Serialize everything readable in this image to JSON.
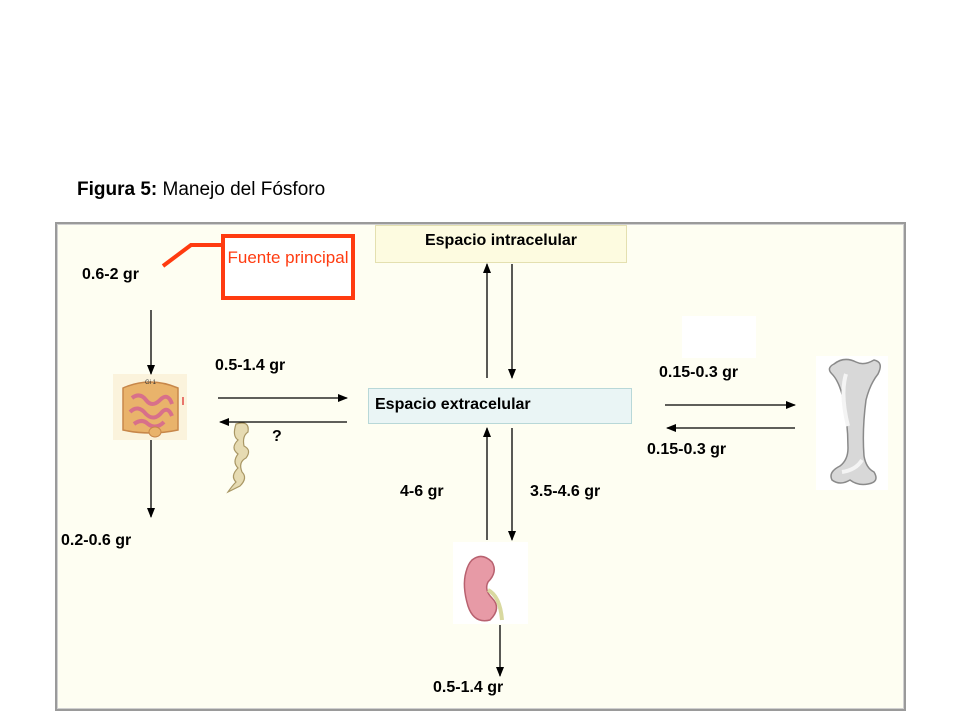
{
  "figure": {
    "label": "Figura 5:",
    "title": "Manejo del Fósforo"
  },
  "nodes": {
    "intracellular": "Espacio intracelular",
    "extracellular": "Espacio extracelular",
    "main_source": "Fuente principal"
  },
  "flows": {
    "intake": "0.6-2 gr",
    "gut_to_ecf": "0.5-1.4 gr",
    "ecf_to_gut": "?",
    "fecal": "0.2-0.6 gr",
    "bone_formation": "0.15-0.3 gr",
    "bone_resorption": "0.15-0.3 gr",
    "renal_reabsorption": "4-6 gr",
    "renal_filtration": "3.5-4.6 gr",
    "urinary": "0.5-1.4 gr"
  },
  "colors": {
    "highlight": "#ff3b10",
    "panel": "#fefef2"
  }
}
